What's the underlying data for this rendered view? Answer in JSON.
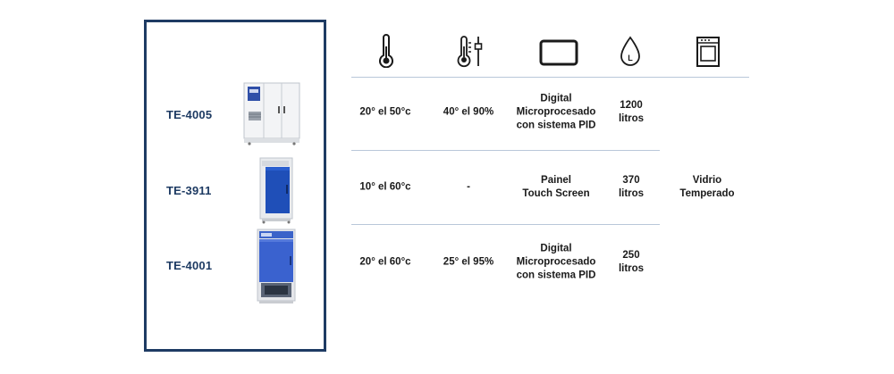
{
  "models": [
    {
      "code": "TE-4005",
      "image": "large-double-door-incubator"
    },
    {
      "code": "TE-3911",
      "image": "blue-door-cabinet-incubator"
    },
    {
      "code": "TE-4001",
      "image": "blue-climatic-chamber"
    }
  ],
  "header_icons": [
    "thermometer-icon",
    "thermo-slider-icon",
    "display-screen-icon",
    "water-drop-liter-icon",
    "oven-door-icon"
  ],
  "rows": [
    {
      "temperature": "20° el 50°c",
      "humidity": "40° el 90%",
      "controller": "Digital\nMicroprocesado\ncon sistema PID",
      "capacity": "1200\nlitros"
    },
    {
      "temperature": "10° el 60°c",
      "humidity": "-",
      "controller": "Painel\nTouch Screen",
      "capacity": "370\nlitros"
    },
    {
      "temperature": "20° el 60°c",
      "humidity": "25° el 95%",
      "controller": "Digital\nMicroprocesado\ncon sistema PID",
      "capacity": "250\nlitros"
    }
  ],
  "door": "Vidrio\nTemperado",
  "colors": {
    "accent": "#1e3b63",
    "rule": "#b9c7d9"
  }
}
